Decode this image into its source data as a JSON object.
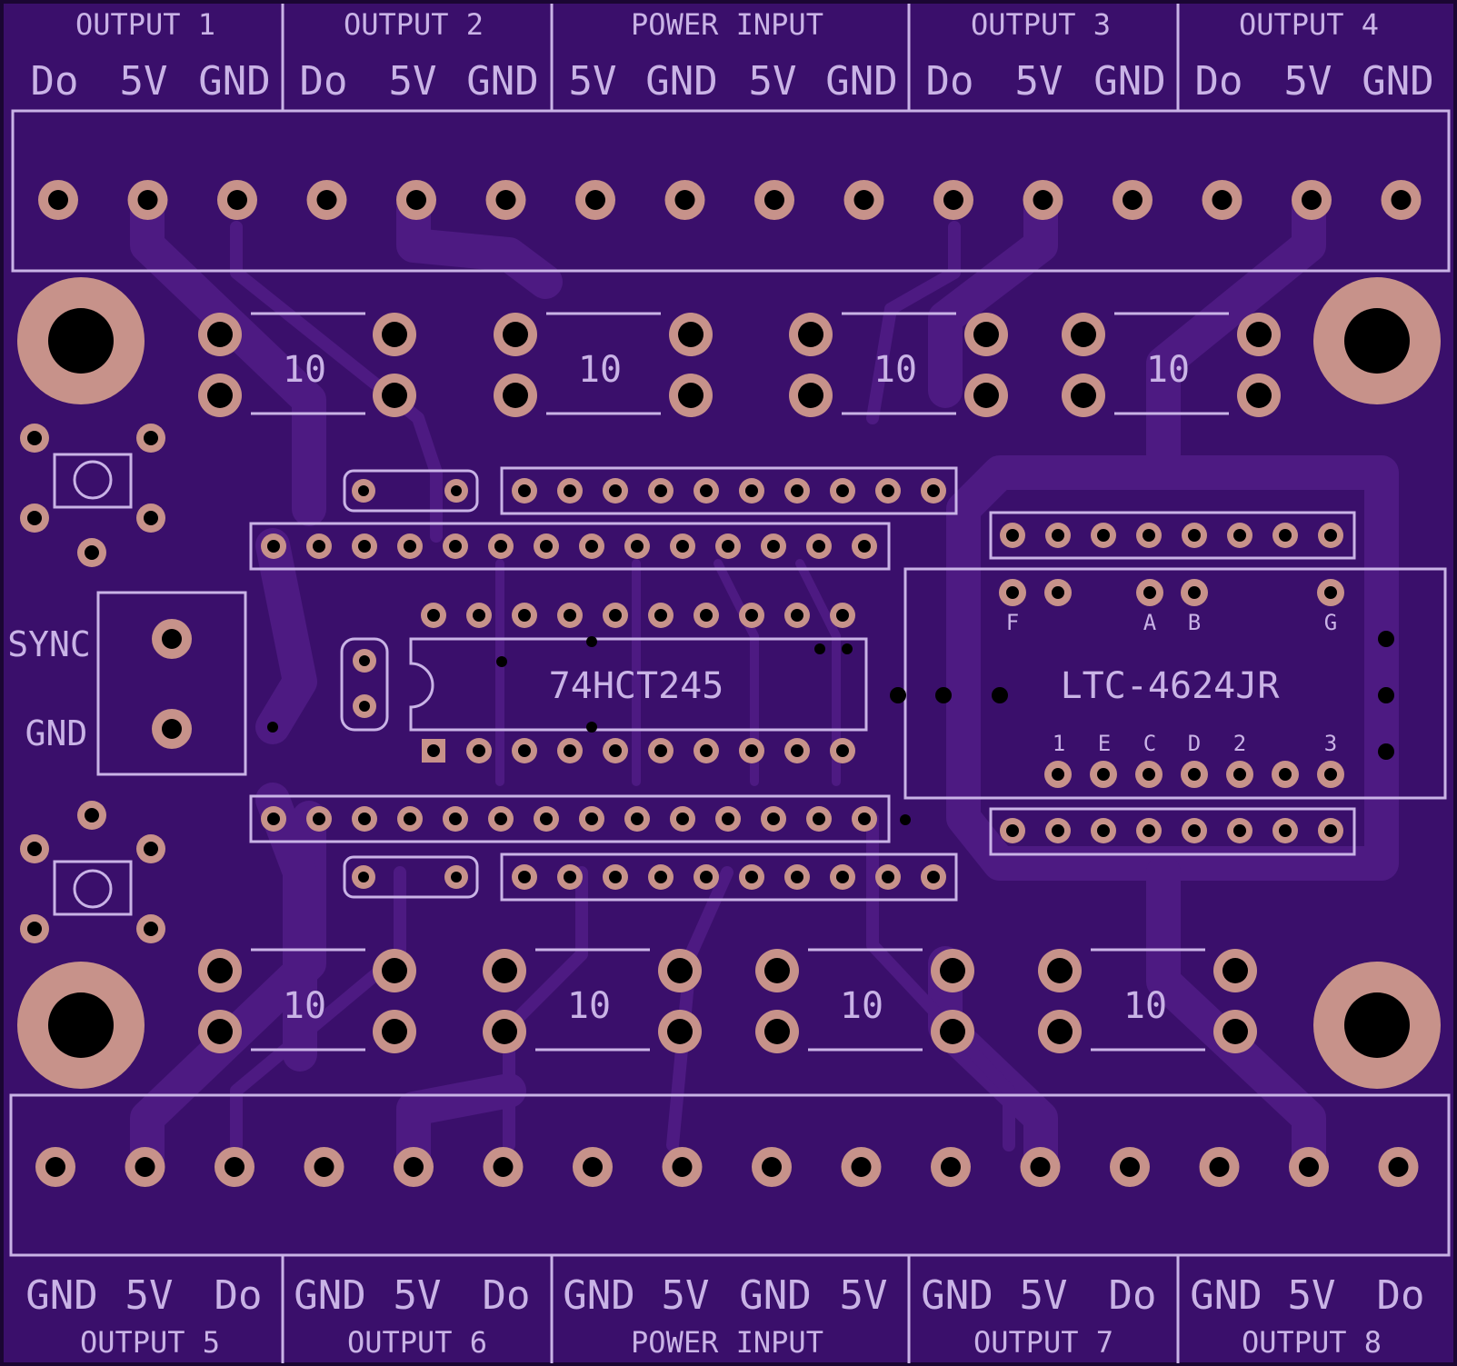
{
  "top_groups": [
    {
      "title": "OUTPUT 1",
      "pins": [
        "Do",
        "5V",
        "GND"
      ]
    },
    {
      "title": "OUTPUT 2",
      "pins": [
        "Do",
        "5V",
        "GND"
      ]
    },
    {
      "title": "POWER INPUT",
      "pins": [
        "5V",
        "GND",
        "5V",
        "GND"
      ]
    },
    {
      "title": "OUTPUT 3",
      "pins": [
        "Do",
        "5V",
        "GND"
      ]
    },
    {
      "title": "OUTPUT 4",
      "pins": [
        "Do",
        "5V",
        "GND"
      ]
    }
  ],
  "bottom_groups": [
    {
      "title": "OUTPUT 5",
      "pins": [
        "GND",
        "5V",
        "Do"
      ]
    },
    {
      "title": "OUTPUT 6",
      "pins": [
        "GND",
        "5V",
        "Do"
      ]
    },
    {
      "title": "POWER INPUT",
      "pins": [
        "GND",
        "5V",
        "GND",
        "5V"
      ]
    },
    {
      "title": "OUTPUT 7",
      "pins": [
        "GND",
        "5V",
        "Do"
      ]
    },
    {
      "title": "OUTPUT 8",
      "pins": [
        "GND",
        "5V",
        "Do"
      ]
    }
  ],
  "resistor_value": "10",
  "ic_label": "74HCT245",
  "display_label": "LTC-4624JR",
  "display_top_pins": [
    "F",
    "A",
    "B",
    "G"
  ],
  "display_bottom_pins": [
    "1",
    "E",
    "C",
    "D",
    "2",
    "3"
  ],
  "sync_label": "SYNC",
  "gnd_label": "GND",
  "colors": {
    "board": "#3a0f6b",
    "silkscreen": "#c9b3e6",
    "pad": "#c7928a",
    "trace": "#4d1a82"
  }
}
